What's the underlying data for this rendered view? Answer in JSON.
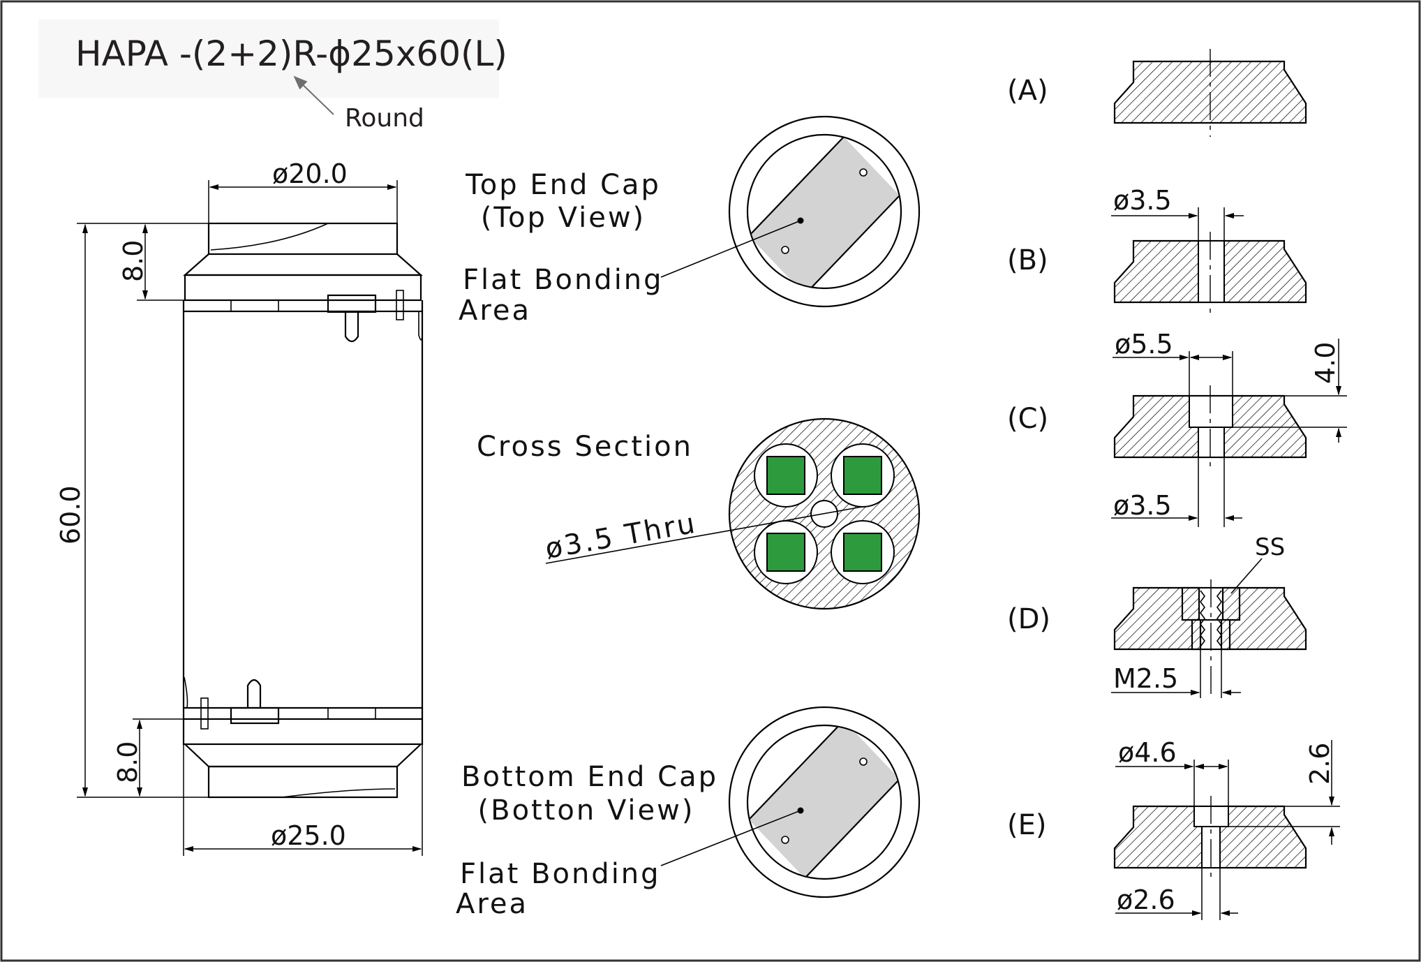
{
  "title": "HAPA -(2+2)R-ϕ25x60(L)",
  "title_note": "Round",
  "main_view": {
    "dim_top_diameter": "ø20.0",
    "dim_bottom_diameter": "ø25.0",
    "dim_total_length": "60.0",
    "dim_top_cap_height": "8.0",
    "dim_bottom_cap_height": "8.0"
  },
  "top_cap_view": {
    "label_line1": "Top End Cap",
    "label_line2": "(Top View)",
    "area_line1": "Flat Bonding",
    "area_line2": "Area"
  },
  "cross_section": {
    "label": "Cross Section",
    "hole_label": "ø3.5 Thru",
    "element_color": "#2e9a3e"
  },
  "bottom_cap_view": {
    "label_line1": "Bottom End Cap",
    "label_line2": "(Botton View)",
    "area_line1": "Flat Bonding",
    "area_line2": "Area"
  },
  "options": [
    {
      "id": "(A)"
    },
    {
      "id": "(B)",
      "dim_hole": "ø3.5"
    },
    {
      "id": "(C)",
      "dim_counterbore": "ø5.5",
      "dim_depth": "4.0",
      "dim_hole": "ø3.5"
    },
    {
      "id": "(D)",
      "dim_insert": "SS",
      "dim_thread": "M2.5"
    },
    {
      "id": "(E)",
      "dim_counterbore": "ø4.6",
      "dim_depth": "2.6",
      "dim_hole": "ø2.6"
    }
  ]
}
